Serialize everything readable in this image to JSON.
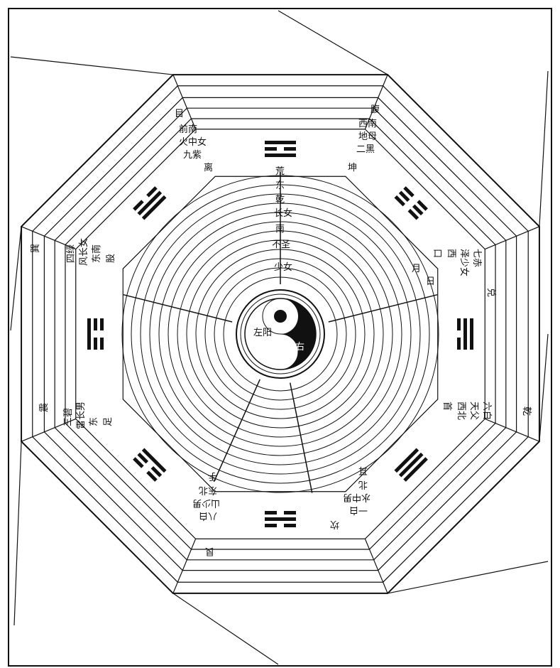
{
  "center": {
    "yang_label": "左阳",
    "yin_label": "阴右"
  },
  "sectors": {
    "south": {
      "name": "离",
      "lines": [
        "九紫",
        "火中女",
        "前南",
        "目"
      ]
    },
    "southwest": {
      "name": "坤",
      "lines": [
        "二黑",
        "地母",
        "西南",
        "腹"
      ]
    },
    "west": {
      "name": "兑",
      "lines": [
        "七赤",
        "泽少女",
        "西",
        "口"
      ]
    },
    "northwest": {
      "name": "乾",
      "lines": [
        "六白",
        "天父",
        "西北",
        "首"
      ]
    },
    "north": {
      "name": "坎",
      "lines": [
        "一白",
        "水中男",
        "北",
        "耳"
      ]
    },
    "northeast": {
      "name": "艮",
      "lines": [
        "八白",
        "山少男",
        "东北",
        "手"
      ]
    },
    "east": {
      "name": "震",
      "lines": [
        "三碧",
        "雷长男",
        "东",
        "足"
      ]
    },
    "southeast": {
      "name": "巽",
      "lines": [
        "四绿",
        "风长女",
        "东南",
        "股"
      ]
    }
  },
  "spokes": {
    "up": [
      "少女",
      "不圣",
      "南",
      "长女",
      "乾",
      "东",
      "荒"
    ],
    "ring_marks": [
      "日",
      "月"
    ]
  },
  "trigrams": {
    "south": [
      1,
      0,
      1
    ],
    "southwest": [
      0,
      0,
      0
    ],
    "west": [
      1,
      1,
      0
    ],
    "northwest": [
      1,
      1,
      1
    ],
    "north": [
      0,
      1,
      0
    ],
    "northeast": [
      0,
      0,
      1
    ],
    "east": [
      1,
      0,
      0
    ],
    "southeast": [
      0,
      1,
      1
    ]
  },
  "colors": {
    "ink": "#111111",
    "paper": "#ffffff"
  }
}
